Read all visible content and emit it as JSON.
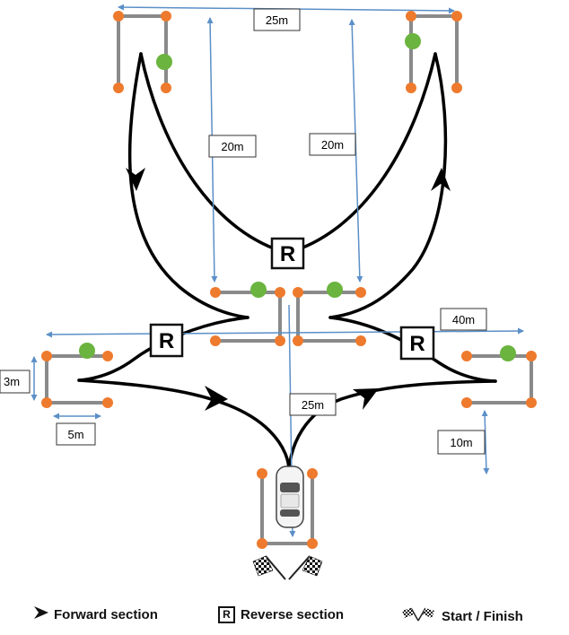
{
  "labels": {
    "top_width": "25m",
    "left_height": "20m",
    "right_height": "20m",
    "mid_width": "40m",
    "left_box_height": "3m",
    "left_box_width": "5m",
    "center_height": "25m",
    "right_offset": "10m"
  },
  "reverse_marker": "R",
  "legend": {
    "forward": "Forward section",
    "reverse": "Reverse section",
    "start_finish": "Start / Finish"
  },
  "colors": {
    "cone": "#EE7A2E",
    "green_marker": "#6BB43F",
    "track_line": "#000000",
    "barrier": "#8A8A8A",
    "dimension_line": "#5B8FC7"
  },
  "icons": {
    "forward": "arrowhead-icon",
    "reverse": "r-box-icon",
    "start_finish": "checkered-flags-icon"
  }
}
